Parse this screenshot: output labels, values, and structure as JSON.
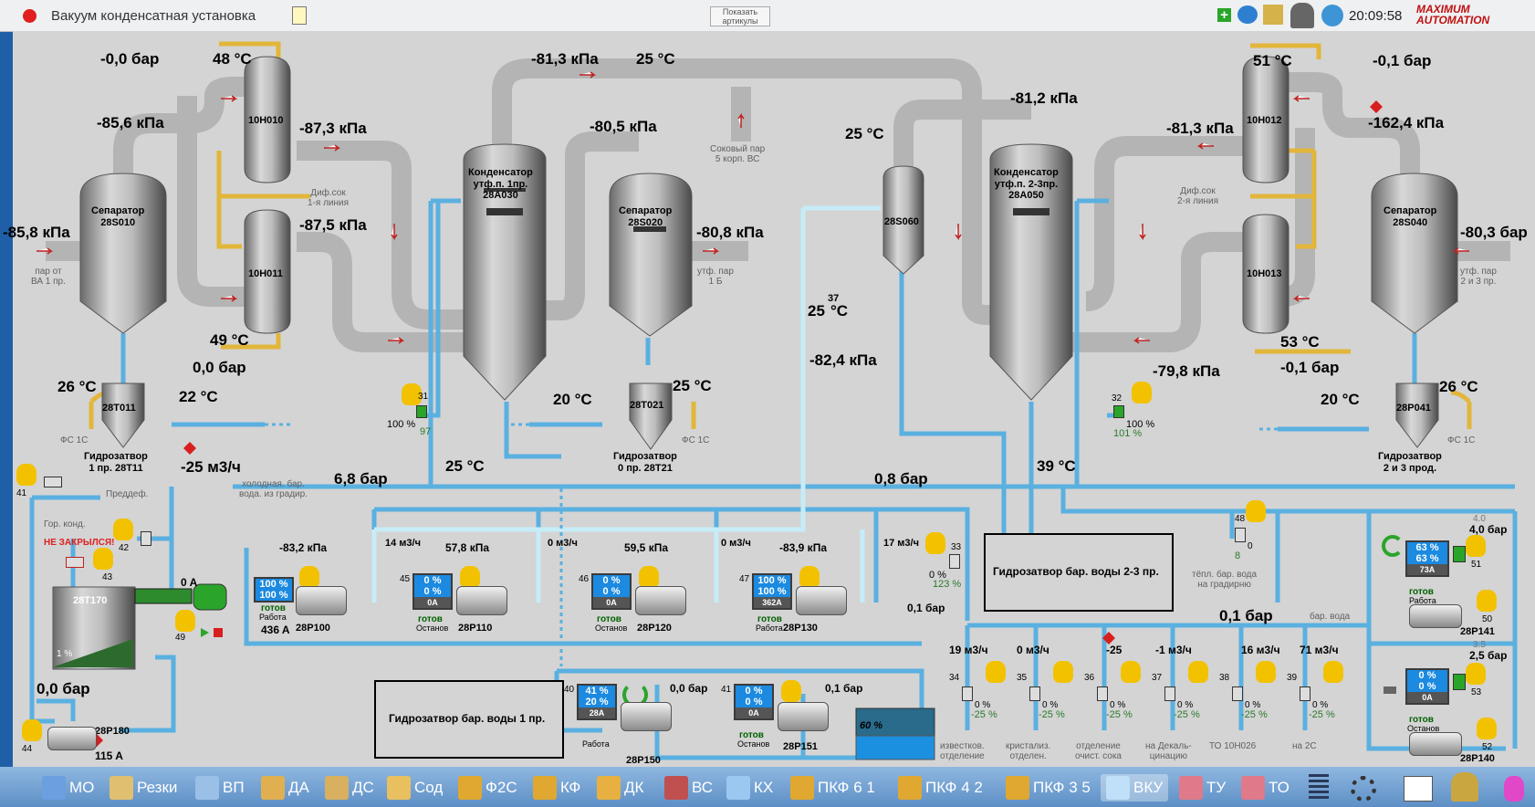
{
  "window": {
    "title": "Вакуум конденсатная установка",
    "show_articles": "Показать\nартикулы",
    "clock": "20:09:58",
    "brand": "MAXIMUM\nAUTOMATION"
  },
  "colors": {
    "pipe_water": "#5ab0e0",
    "pipe_steam": "#bfbfbf",
    "pipe_hot": "#e2b63a",
    "accent_red": "#d81e1e",
    "ok_green": "#006000"
  },
  "readings": {
    "p_top_left": "-0,0 бар",
    "t_10h010": "48 °С",
    "p_pipe_sep1": "-85,6 кПа",
    "p_10h010_out": "-87,3 кПа",
    "p_pipe_top": "-81,3 кПа",
    "t_pipe_top": "25 °С",
    "p_cond1_top": "-80,5 кПа",
    "p_left_inlet": "-85,8 кПа",
    "p_10h011": "-87,5 кПа",
    "t_10h011": "49 °С",
    "p_10h011_bottom": "0,0 бар",
    "p_sep2": "-80,8 кПа",
    "p_cond2_top": "-81,2 кПа",
    "t_s060": "25 °С",
    "t_10h012": "51 °С",
    "p_top_right": "-0,1 бар",
    "p_10h012": "-81,3 кПа",
    "p_alarm_right": "-162,4 кПа",
    "p_right_inlet": "-80,3 бар",
    "t_mid": "25",
    "t_mid_sup": "37",
    "t_mid_unit": "°С",
    "p_mid": "-82,4 кПа",
    "t_10h013": "53 °С",
    "p_10h013": "-0,1 бар",
    "p_cond2_bottom": "-79,8 кПа",
    "t_t011": "26 °С",
    "t_t011_out": "22 °С",
    "flow_alarm": "-25 м3/ч",
    "t_t021_in": "20 °С",
    "t_t021": "25 °С",
    "t_t041_in": "20 °С",
    "t_t041": "26 °С",
    "t_cond1_out": "25 °С",
    "p_cold_water": "6,8 бар",
    "p_main": "0,8 бар",
    "t_main": "39 °С",
    "p_bar_water": "0,1 бар",
    "p_bottom_left": "0,0 бар",
    "p_p150": "0,0 бар",
    "p_p151": "0,1 бар",
    "p_p141": "4,0 бар",
    "p_p140": "2,5 бар",
    "p_p141_sp": "4.0",
    "p_p140_sp": "3.5",
    "t_t170_pct": "1 %",
    "tank_level": "60 %"
  },
  "labels": {
    "steam_inlet": "пар от\nВА 1 пр.",
    "dif_left": "Диф.сок\n1-я линия",
    "juice_steam": "Соковый пар\n5 корп. ВС",
    "steam_1b": "утф. пар\n1 Б",
    "dif_right": "Диф.сок\n2-я линия",
    "steam_23": "утф. пар\n2 и 3 пр.",
    "fs1": "ФС 1С",
    "fs2": "ФС 1С",
    "fs3": "ФС 1С",
    "cold_water": "холодная. бар.\nвода. из градир.",
    "predfed": "Преддеф.",
    "gor_kond": "Гор. конд.",
    "ne_zakrylsya": "НЕ ЗАКРЫЛСЯ!",
    "hydro_23": "Гидрозатвор бар. воды 2-3 пр.",
    "hydro_1": "Гидрозатвор бар. воды 1 пр.",
    "warm_water": "тёпл. бар. вода\nна градирню",
    "bar_water": "бар. вода",
    "branch1": "известков.\nотделение",
    "branch2": "кристализ.\nотделен.",
    "branch3": "отделение\nочист. сока",
    "branch4": "на Декаль-\nцинацию",
    "branch5": "ТО 10Н026",
    "branch6": "на 2С"
  },
  "equipment": {
    "sep1": "Сепаратор\n28S010",
    "h010": "10H010",
    "h011": "10H011",
    "cond1": "Конденсатор\nутф.п. 1пр.\n28A030",
    "sep2": "Сепаратор\n28S020",
    "s060": "28S060",
    "cond2": "Конденсатор\nутф.п. 2-3пр.\n28A050",
    "h012": "10H012",
    "h013": "10H013",
    "sep4": "Сепаратор\n28S040",
    "t011": "28T011",
    "t021": "28T021",
    "t041": "28P041",
    "hz1": "Гидрозатвор\n1 пр. 28T11",
    "hz0": "Гидрозатвор\n0 пр. 28T21",
    "hz23": "Гидрозатвор\n2 и 3 прод.",
    "t170": "28T170",
    "p180": "28P180",
    "p100": "28P100",
    "p110": "28P110",
    "p120": "28P120",
    "p130": "28P130",
    "p150": "28P150",
    "p151": "28P151",
    "p141": "28P141",
    "p140": "28P140"
  },
  "pumps": [
    {
      "id": "p100",
      "num": "",
      "pct1": "100 %",
      "pct2": "100 %",
      "amp": "",
      "state_ok": "готов",
      "state": "Работа",
      "current": "436 A",
      "vac": "-83,2 кПа",
      "flow": "14 м3/ч"
    },
    {
      "id": "p110",
      "num": "45",
      "pct1": "0 %",
      "pct2": "0 %",
      "amp": "0A",
      "state_ok": "готов",
      "state": "Останов",
      "current": "",
      "vac": "57,8 кПа",
      "flow": "0 м3/ч"
    },
    {
      "id": "p120",
      "num": "46",
      "pct1": "0 %",
      "pct2": "0 %",
      "amp": "0A",
      "state_ok": "готов",
      "state": "Останов",
      "current": "",
      "vac": "59,5 кПа",
      "flow": "0 м3/ч"
    },
    {
      "id": "p130",
      "num": "47",
      "pct1": "100 %",
      "pct2": "100 %",
      "amp": "362A",
      "state_ok": "готов",
      "state": "Работа",
      "current": "",
      "vac": "-83,9 кПа",
      "flow": "17 м3/ч"
    },
    {
      "id": "p150",
      "num": "40",
      "pct1": "41 %",
      "pct2": "20 %",
      "amp": "28A",
      "state_ok": "",
      "state": "Работа",
      "current": "",
      "vac": "",
      "flow": ""
    },
    {
      "id": "p151",
      "num": "41",
      "pct1": "0 %",
      "pct2": "0 %",
      "amp": "0A",
      "state_ok": "готов",
      "state": "Останов",
      "current": "",
      "vac": "",
      "flow": ""
    },
    {
      "id": "p141",
      "num": "",
      "pct1": "63 %",
      "pct2": "63 %",
      "amp": "73A",
      "state_ok": "готов",
      "state": "Работа",
      "current": "",
      "vac": "",
      "flow": ""
    },
    {
      "id": "p140",
      "num": "",
      "pct1": "0 %",
      "pct2": "0 %",
      "amp": "0A",
      "state_ok": "готов",
      "state": "Останов",
      "current": "",
      "vac": "",
      "flow": ""
    }
  ],
  "valves": {
    "v31": "31",
    "v31_pct": "100 %",
    "v31_pct2": "97",
    "v32": "32",
    "v32_pct": "100 %",
    "v32_pct2": "101 %",
    "v33": "33",
    "v33_pct": "0 %",
    "v33_pct2": "123 %",
    "v48": "48",
    "v48_val": "0",
    "v48_val2": "8",
    "v41": "41",
    "v42": "42",
    "v43": "43",
    "v44": "44",
    "v49": "49",
    "v51": "51",
    "v50": "50",
    "v53": "53",
    "v52": "52",
    "current_zero": "0 A",
    "current_p180": "115 A",
    "flow_pumpline": "0,1 бар"
  },
  "branches": [
    {
      "valve": "34",
      "flow": "19 м3/ч",
      "pct": "0 %",
      "pct2": "-25 %"
    },
    {
      "valve": "35",
      "flow": "0 м3/ч",
      "pct": "0 %",
      "pct2": "-25 %"
    },
    {
      "valve": "36",
      "flow": "-25",
      "pct": "0 %",
      "pct2": "-25 %"
    },
    {
      "valve": "37",
      "flow": "-1 м3/ч",
      "pct": "0 %",
      "pct2": "-25 %"
    },
    {
      "valve": "38",
      "flow": "16 м3/ч",
      "pct": "0 %",
      "pct2": "-25 %"
    },
    {
      "valve": "39",
      "flow": "71 м3/ч",
      "pct": "0 %",
      "pct2": "-25 %"
    }
  ],
  "taskbar": [
    "МО",
    "Резки",
    "ВП",
    "ДА",
    "ДС",
    "Сод",
    "Ф2С",
    "КФ",
    "ДК",
    "ВС",
    "КХ",
    "ПКФ 6 1",
    "ПКФ 4 2",
    "ПКФ 3 5",
    "ВКУ",
    "ТУ",
    "ТО"
  ]
}
